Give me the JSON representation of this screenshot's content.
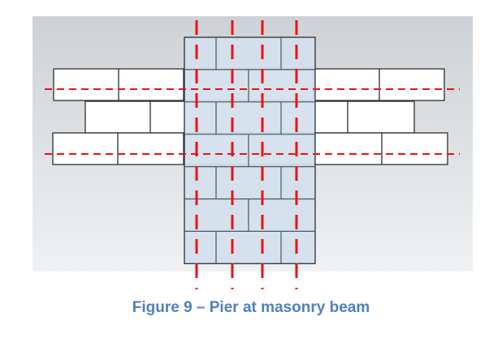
{
  "figure": {
    "caption": "Figure 9 – Pier at masonry beam",
    "colors": {
      "background_top": "#cdd2d6",
      "background_bottom": "#eff1f2",
      "pier_fill": "#d3dfec",
      "beam_fill": "#ffffff",
      "brick_outline": "#2b2f33",
      "centerline": "#ee1111"
    },
    "beam_courses": 3,
    "pier_courses": 7,
    "vertical_centerlines": 4,
    "horizontal_centerlines": 2
  }
}
